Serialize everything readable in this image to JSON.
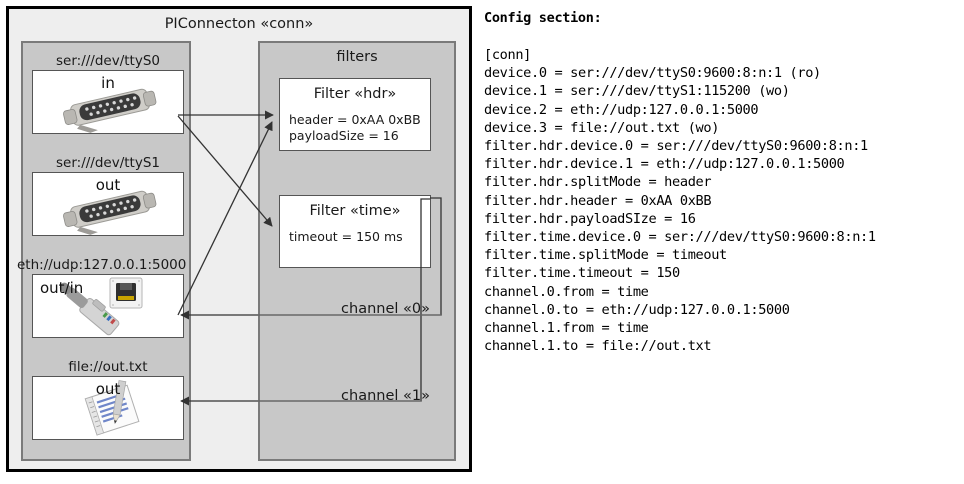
{
  "diagram": {
    "title": "PIConnecton «conn»",
    "devices_panel": {
      "devices": [
        {
          "label": "ser:///dev/ttyS0",
          "io": "in",
          "icon": "serial-port-icon",
          "io_align": "center"
        },
        {
          "label": "ser:///dev/ttyS1",
          "io": "out",
          "icon": "serial-port-icon",
          "io_align": "center"
        },
        {
          "label": "eth://udp:127.0.0.1:5000",
          "io": "out/in",
          "icon": "ethernet-jack-icon",
          "io_align": "left"
        },
        {
          "label": "file://out.txt",
          "io": "out",
          "icon": "text-document-icon",
          "io_align": "center"
        }
      ]
    },
    "filters_panel": {
      "title": "filters",
      "filters": [
        {
          "title": "Filter «hdr»",
          "props": "header = 0xAA 0xBB\npayloadSize = 16"
        },
        {
          "title": "Filter «time»",
          "props": "timeout = 150 ms"
        }
      ],
      "channels": [
        {
          "label": "channel «0»"
        },
        {
          "label": "channel «1»"
        }
      ]
    },
    "colors": {
      "canvas": "#eeeeee",
      "panel": "#c8c8c8",
      "panel_border": "#7a7a7a",
      "box": "#ffffff",
      "box_border": "#555555",
      "outline": "#000000",
      "wire": "#333333"
    }
  },
  "config": {
    "heading": "Config section:",
    "lines": [
      "[conn]",
      "device.0 = ser:///dev/ttyS0:9600:8:n:1 (ro)",
      "device.1 = ser:///dev/ttyS1:115200 (wo)",
      "device.2 = eth://udp:127.0.0.1:5000",
      "device.3 = file://out.txt (wo)",
      "filter.hdr.device.0 = ser:///dev/ttyS0:9600:8:n:1",
      "filter.hdr.device.1 = eth://udp:127.0.0.1:5000",
      "filter.hdr.splitMode = header",
      "filter.hdr.header = 0xAA 0xBB",
      "filter.hdr.payloadSIze = 16",
      "filter.time.device.0 = ser:///dev/ttyS0:9600:8:n:1",
      "filter.time.splitMode = timeout",
      "filter.time.timeout = 150",
      "channel.0.from = time",
      "channel.0.to = eth://udp:127.0.0.1:5000",
      "channel.1.from = time",
      "channel.1.to = file://out.txt"
    ]
  }
}
